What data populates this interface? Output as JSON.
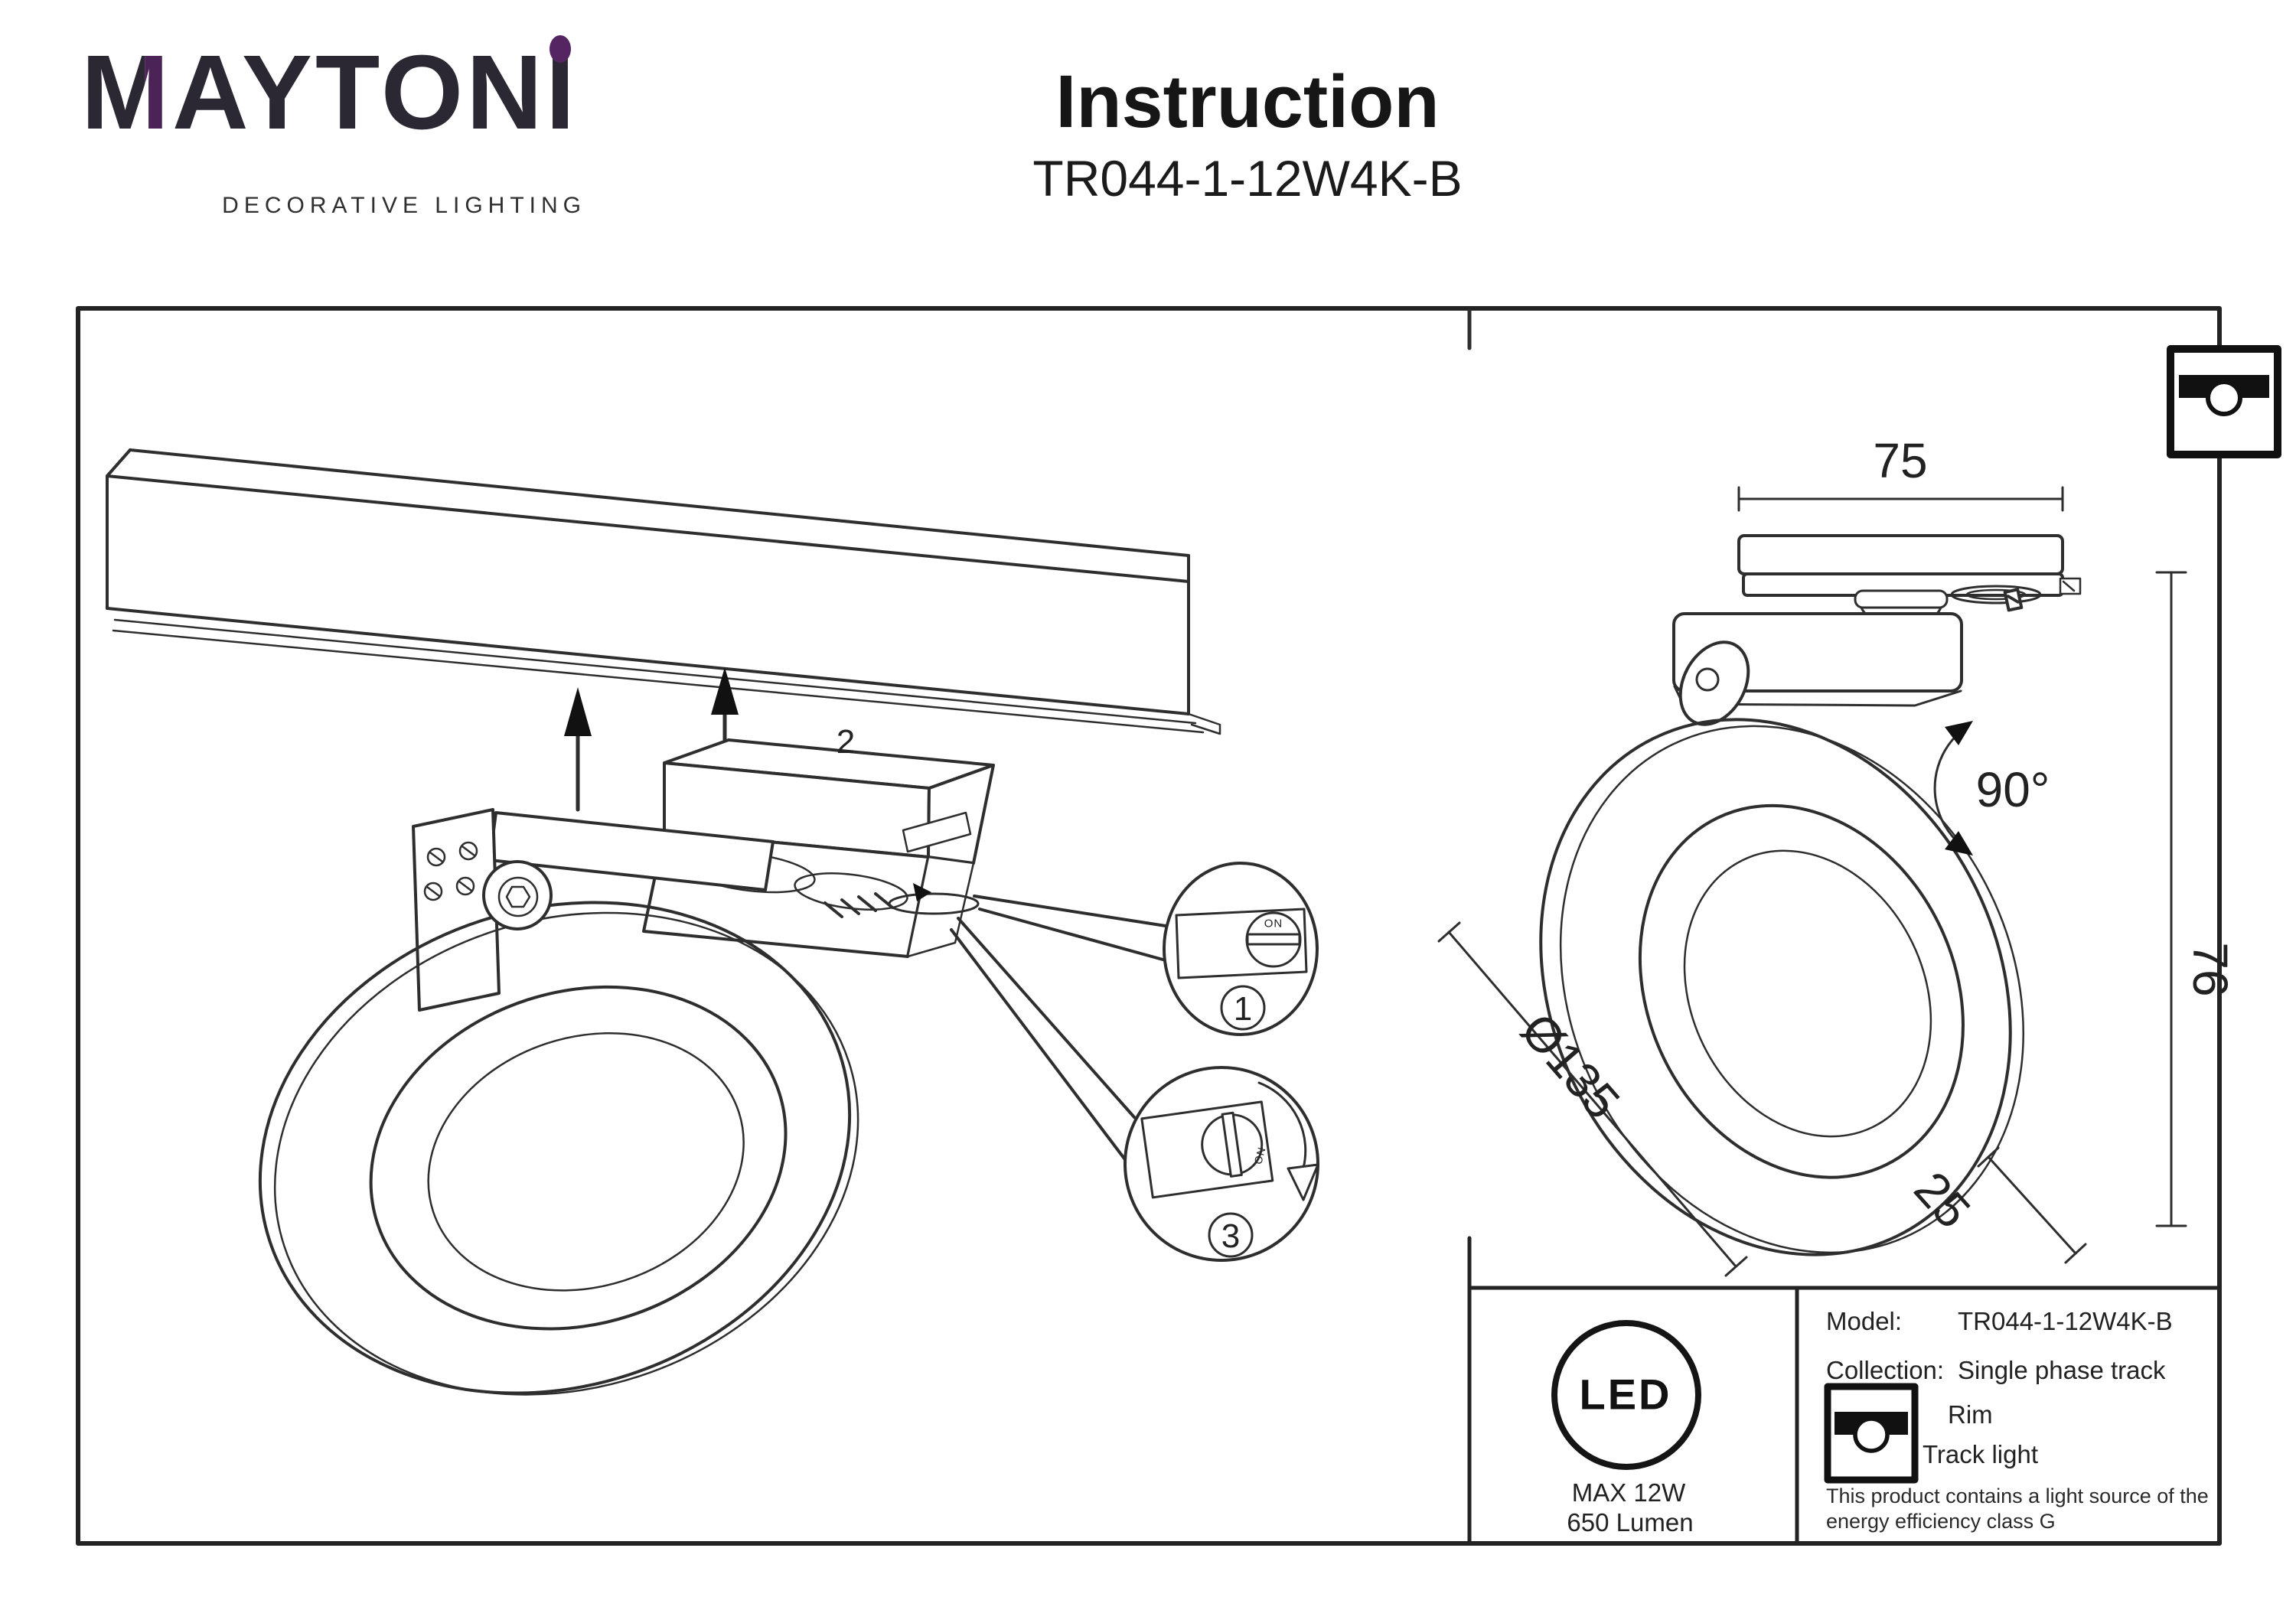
{
  "brand": {
    "m": "M",
    "rest": "AYTONI",
    "name": "MAYTONI",
    "tagline": "DECORATIVE LIGHTING",
    "accent_color": "#4b2356",
    "ink_color": "#2c2833"
  },
  "doc": {
    "title": "Instruction",
    "model": "TR044-1-12W4K-B"
  },
  "dims": {
    "width": "75",
    "height": "76",
    "swivel": "90°",
    "diameter": "Ø135",
    "depth": "25"
  },
  "callouts": {
    "one": "1",
    "two": "2",
    "three": "3",
    "knob": "ON"
  },
  "spec": {
    "led": "LED",
    "max_power": "MAX 12W",
    "flux": "650 Lumen",
    "model_label": "Model:",
    "model": "TR044-1-12W4K-B",
    "collection_label": "Collection:",
    "collection": "Single phase track",
    "series": "Rim",
    "type": "Track light",
    "note1": "This product contains a light source of the",
    "note2": "energy efficiency class G"
  }
}
